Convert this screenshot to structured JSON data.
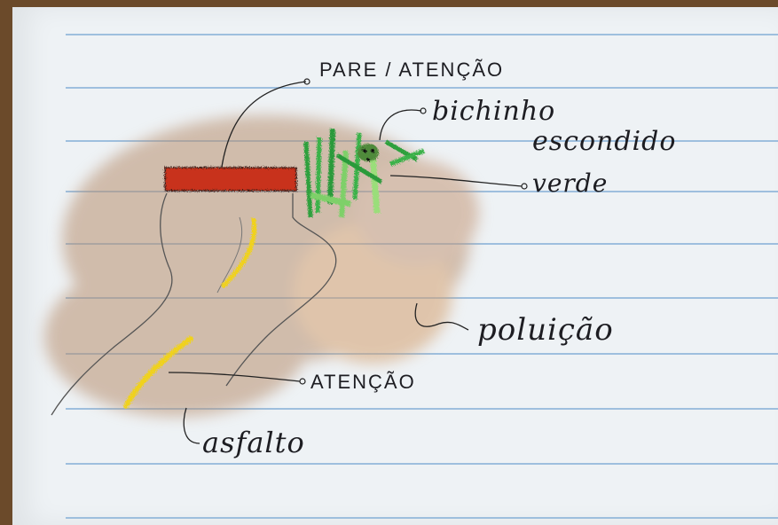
{
  "annotations": {
    "pare_atencao": "PARE / ATENÇÃO",
    "bichinho": "bichinho",
    "escondido": "escondido",
    "verde": "verde",
    "poluicao": "poluição",
    "atencao": "ATENÇÃO",
    "asfalto": "asfalto"
  },
  "colors": {
    "paper": "#eef2f5",
    "rule_line": "#8fb6d9",
    "sign_red": "#c8321e",
    "grass_green": "#3bb24a",
    "road_yellow": "#f0d21a",
    "pollution_brown": "#b89070",
    "ink": "#1d1d22"
  }
}
